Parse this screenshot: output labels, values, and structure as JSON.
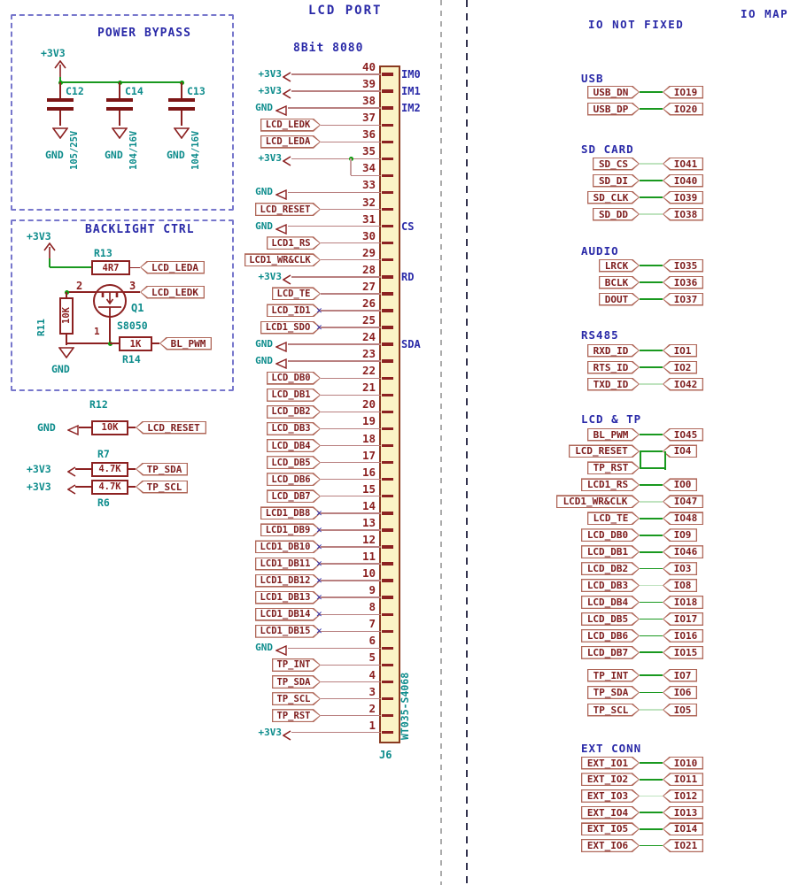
{
  "colors": {
    "navy": "#2a2aa8",
    "teal": "#0d8c8c",
    "maroon": "#8c2121",
    "label_border": "#b0685a",
    "green": "#19991f",
    "green_light": "#bfe3bf",
    "wire_pink": "#b98080",
    "body_fill": "#fbf3c6",
    "body_border": "#8a3a20"
  },
  "headers": {
    "lcd_port": "LCD PORT",
    "bus": "8Bit 8080",
    "io_not_fixed": "IO NOT FIXED",
    "io_map": "IO MAP"
  },
  "power_bypass": {
    "title": "POWER BYPASS",
    "rail": "+3V3",
    "gnd": "GND",
    "caps": [
      {
        "ref": "C12",
        "value": "105/25V"
      },
      {
        "ref": "C14",
        "value": "104/16V"
      },
      {
        "ref": "C13",
        "value": "104/16V"
      }
    ]
  },
  "backlight": {
    "title": "BACKLIGHT CTRL",
    "rail": "+3V3",
    "gnd": "GND",
    "r13": {
      "ref": "R13",
      "value": "4R7"
    },
    "r11": {
      "ref": "R11",
      "value": "10K"
    },
    "r14": {
      "ref": "R14",
      "value": "1K"
    },
    "q1": {
      "ref": "Q1",
      "part": "S8050",
      "pin_left": "2",
      "pin_right": "3",
      "pin_bottom": "1"
    },
    "net_leda": "LCD_LEDA",
    "net_ledk": "LCD_LEDK",
    "net_pwm": "BL_PWM"
  },
  "pullups": [
    {
      "ref": "R12",
      "value": "10K",
      "rail": "GND",
      "net": "LCD_RESET"
    },
    {
      "ref": "R7",
      "value": "4.7K",
      "rail": "+3V3",
      "net": "TP_SDA"
    },
    {
      "ref": "R6",
      "value": "4.7K",
      "rail": "+3V3",
      "net": "TP_SCL"
    }
  ],
  "connector": {
    "ref": "J6",
    "part": "WT035-S4068",
    "pins": [
      {
        "n": 40,
        "kind": "pwr",
        "net": "+3V3",
        "fn": "IM0"
      },
      {
        "n": 39,
        "kind": "pwr",
        "net": "+3V3",
        "fn": "IM1"
      },
      {
        "n": 38,
        "kind": "gnd",
        "net": "GND",
        "fn": "IM2"
      },
      {
        "n": 37,
        "kind": "net",
        "net": "LCD_LEDK"
      },
      {
        "n": 36,
        "kind": "net",
        "net": "LCD_LEDA"
      },
      {
        "n": 35,
        "kind": "pwr",
        "net": "+3V3",
        "dot": true
      },
      {
        "n": 34,
        "kind": "join"
      },
      {
        "n": 33,
        "kind": "gnd",
        "net": "GND"
      },
      {
        "n": 32,
        "kind": "net",
        "net": "LCD_RESET"
      },
      {
        "n": 31,
        "kind": "gnd",
        "net": "GND",
        "fn": "CS"
      },
      {
        "n": 30,
        "kind": "net",
        "net": "LCD1_RS"
      },
      {
        "n": 29,
        "kind": "net",
        "net": "LCD1_WR&CLK"
      },
      {
        "n": 28,
        "kind": "pwr",
        "net": "+3V3",
        "fn": "RD"
      },
      {
        "n": 27,
        "kind": "net",
        "net": "LCD_TE"
      },
      {
        "n": 26,
        "kind": "net",
        "net": "LCD_ID1",
        "nc": true
      },
      {
        "n": 25,
        "kind": "net",
        "net": "LCD1_SDO",
        "nc": true
      },
      {
        "n": 24,
        "kind": "gnd",
        "net": "GND",
        "fn": "SDA"
      },
      {
        "n": 23,
        "kind": "gnd",
        "net": "GND"
      },
      {
        "n": 22,
        "kind": "net",
        "net": "LCD_DB0"
      },
      {
        "n": 21,
        "kind": "net",
        "net": "LCD_DB1"
      },
      {
        "n": 20,
        "kind": "net",
        "net": "LCD_DB2"
      },
      {
        "n": 19,
        "kind": "net",
        "net": "LCD_DB3"
      },
      {
        "n": 18,
        "kind": "net",
        "net": "LCD_DB4"
      },
      {
        "n": 17,
        "kind": "net",
        "net": "LCD_DB5"
      },
      {
        "n": 16,
        "kind": "net",
        "net": "LCD_DB6"
      },
      {
        "n": 15,
        "kind": "net",
        "net": "LCD_DB7"
      },
      {
        "n": 14,
        "kind": "net",
        "net": "LCD1_DB8",
        "nc": true
      },
      {
        "n": 13,
        "kind": "net",
        "net": "LCD1_DB9",
        "nc": true
      },
      {
        "n": 12,
        "kind": "net",
        "net": "LCD1_DB10",
        "nc": true
      },
      {
        "n": 11,
        "kind": "net",
        "net": "LCD1_DB11",
        "nc": true
      },
      {
        "n": 10,
        "kind": "net",
        "net": "LCD1_DB12",
        "nc": true
      },
      {
        "n": 9,
        "kind": "net",
        "net": "LCD1_DB13",
        "nc": true
      },
      {
        "n": 8,
        "kind": "net",
        "net": "LCD1_DB14",
        "nc": true
      },
      {
        "n": 7,
        "kind": "net",
        "net": "LCD1_DB15",
        "nc": true
      },
      {
        "n": 6,
        "kind": "gnd",
        "net": "GND"
      },
      {
        "n": 5,
        "kind": "net",
        "net": "TP_INT"
      },
      {
        "n": 4,
        "kind": "net",
        "net": "TP_SDA"
      },
      {
        "n": 3,
        "kind": "net",
        "net": "TP_SCL"
      },
      {
        "n": 2,
        "kind": "net",
        "net": "TP_RST"
      },
      {
        "n": 1,
        "kind": "pwr",
        "net": "+3V3"
      }
    ]
  },
  "io_map": {
    "groups": [
      {
        "name": "USB",
        "rows": [
          {
            "sig": "USB_DN",
            "io": "IO19"
          },
          {
            "sig": "USB_DP",
            "io": "IO20"
          }
        ]
      },
      {
        "name": "SD CARD",
        "rows": [
          {
            "sig": "SD_CS",
            "io": "IO41",
            "light": true
          },
          {
            "sig": "SD_DI",
            "io": "IO40"
          },
          {
            "sig": "SD_CLK",
            "io": "IO39"
          },
          {
            "sig": "SD_DD",
            "io": "IO38",
            "light": true
          }
        ]
      },
      {
        "name": "AUDIO",
        "rows": [
          {
            "sig": "LRCK",
            "io": "IO35"
          },
          {
            "sig": "BCLK",
            "io": "IO36"
          },
          {
            "sig": "DOUT",
            "io": "IO37"
          }
        ]
      },
      {
        "name": "RS485",
        "rows": [
          {
            "sig": "RXD_ID",
            "io": "IO1"
          },
          {
            "sig": "RTS_ID",
            "io": "IO2"
          },
          {
            "sig": "TXD_ID",
            "io": "IO42",
            "light": true
          }
        ]
      },
      {
        "name": "LCD & TP",
        "rows": [
          {
            "sig": "BL_PWM",
            "io": "IO45"
          },
          {
            "sig": "LCD_RESET",
            "io": "IO4"
          },
          {
            "sig": "TP_RST",
            "io": null,
            "join_up": true
          },
          {
            "sig": "LCD1_RS",
            "io": "IO0"
          },
          {
            "sig": "LCD1_WR&CLK",
            "io": "IO47",
            "light": true
          },
          {
            "sig": "LCD_TE",
            "io": "IO48"
          },
          {
            "sig": "LCD_DB0",
            "io": "IO9"
          },
          {
            "sig": "LCD_DB1",
            "io": "IO46"
          },
          {
            "sig": "LCD_DB2",
            "io": "IO3"
          },
          {
            "sig": "LCD_DB3",
            "io": "IO8",
            "light": true
          },
          {
            "sig": "LCD_DB4",
            "io": "IO18"
          },
          {
            "sig": "LCD_DB5",
            "io": "IO17"
          },
          {
            "sig": "LCD_DB6",
            "io": "IO16"
          },
          {
            "sig": "LCD_DB7",
            "io": "IO15"
          }
        ]
      },
      {
        "name": "",
        "rows": [
          {
            "sig": "TP_INT",
            "io": "IO7"
          },
          {
            "sig": "TP_SDA",
            "io": "IO6"
          },
          {
            "sig": "TP_SCL",
            "io": "IO5",
            "light": true
          }
        ]
      },
      {
        "name": "EXT CONN",
        "rows": [
          {
            "sig": "EXT_IO1",
            "io": "IO10"
          },
          {
            "sig": "EXT_IO2",
            "io": "IO11"
          },
          {
            "sig": "EXT_IO3",
            "io": "IO12",
            "light": true
          },
          {
            "sig": "EXT_IO4",
            "io": "IO13"
          },
          {
            "sig": "EXT_IO5",
            "io": "IO14"
          },
          {
            "sig": "EXT_IO6",
            "io": "IO21"
          }
        ]
      }
    ]
  }
}
